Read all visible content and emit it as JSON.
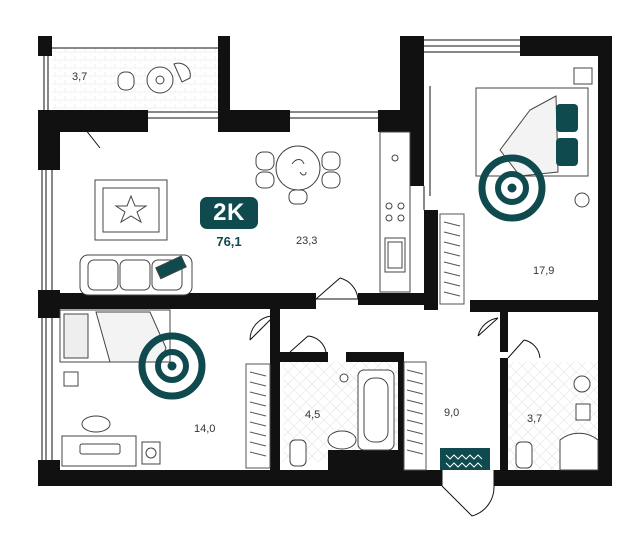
{
  "plan": {
    "type_label": "2K",
    "total_area": "76,1",
    "accent_color": "#0f4a4e",
    "wall_color": "#111111",
    "rooms": [
      {
        "id": "balcony",
        "area": "3,7"
      },
      {
        "id": "living-kitchen",
        "area": "23,3"
      },
      {
        "id": "bedroom-right",
        "area": "17,9"
      },
      {
        "id": "bedroom-left",
        "area": "14,0"
      },
      {
        "id": "bathroom",
        "area": "4,5"
      },
      {
        "id": "hallway",
        "area": "9,0"
      },
      {
        "id": "toilet",
        "area": "3,7"
      }
    ]
  }
}
